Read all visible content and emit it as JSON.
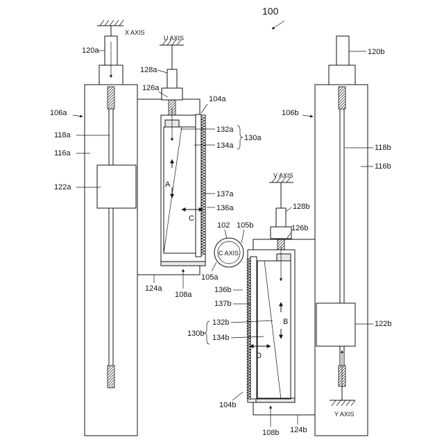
{
  "labels": {
    "fig": "100",
    "x_axis": "X AXIS",
    "u_axis": "U AXIS",
    "v_axis": "V AXIS",
    "y_axis": "Y AXIS",
    "c_axis": "C AXIS",
    "l120a": "120a",
    "l120b": "120b",
    "l128a": "128a",
    "l126a": "126a",
    "l104a": "104a",
    "l106a": "106a",
    "l118a": "118a",
    "l116a": "116a",
    "l122a": "122a",
    "l132a": "132a",
    "l130a": "130a",
    "l134a": "134a",
    "lA": "A",
    "l137a": "137a",
    "l136a": "136a",
    "lC": "C",
    "l102": "102",
    "l105b": "105b",
    "l105a": "105a",
    "l124a": "124a",
    "l108a": "108a",
    "l106b": "106b",
    "l118b": "118b",
    "l116b": "116b",
    "l128b": "128b",
    "l126b": "126b",
    "l136b": "136b",
    "l137b": "137b",
    "l130b": "130b",
    "l132b": "132b",
    "l134b": "134b",
    "lB": "B",
    "lD": "D",
    "l122b": "122b",
    "l104b": "104b",
    "l108b": "108b",
    "l124b": "124b"
  },
  "colors": {
    "line": "#111111",
    "background": "#ffffff"
  }
}
